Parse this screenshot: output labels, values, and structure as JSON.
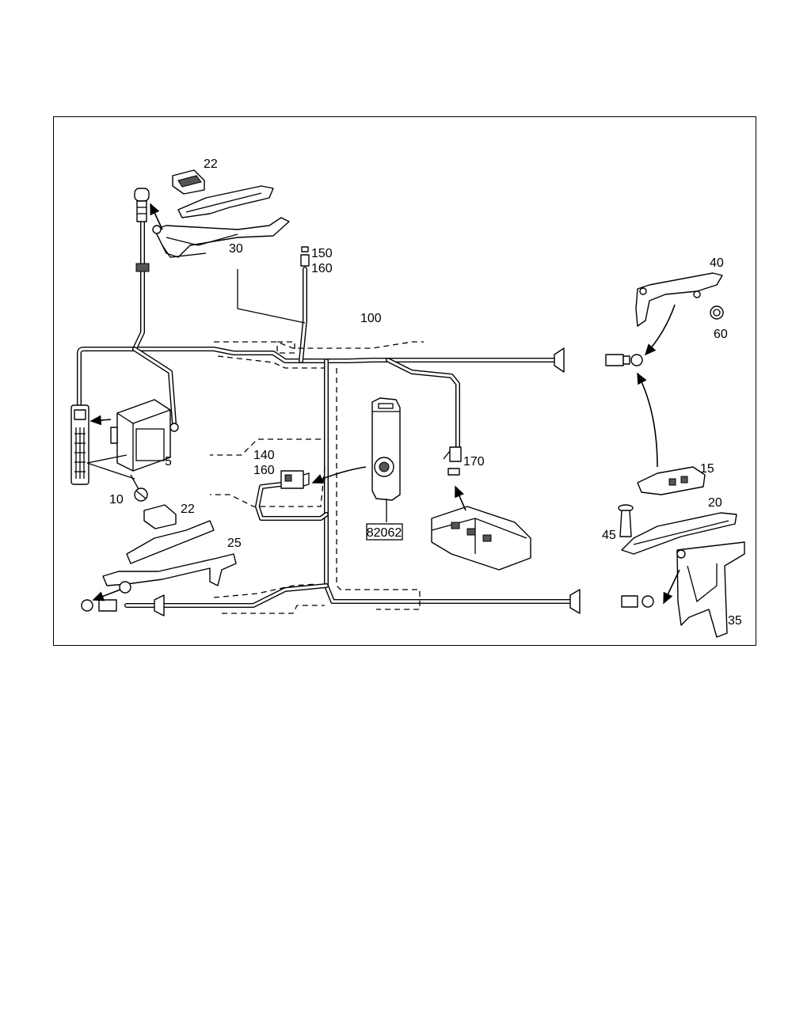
{
  "diagram": {
    "callouts": {
      "c5": "5",
      "c10": "10",
      "c15": "15",
      "c20": "20",
      "c22a": "22",
      "c22b": "22",
      "c25": "25",
      "c30": "30",
      "c35": "35",
      "c40": "40",
      "c45": "45",
      "c60": "60",
      "c100": "100",
      "c140": "140",
      "c150": "150",
      "c160a": "160",
      "c160b": "160",
      "c170": "170"
    },
    "figure_code": "82062"
  }
}
